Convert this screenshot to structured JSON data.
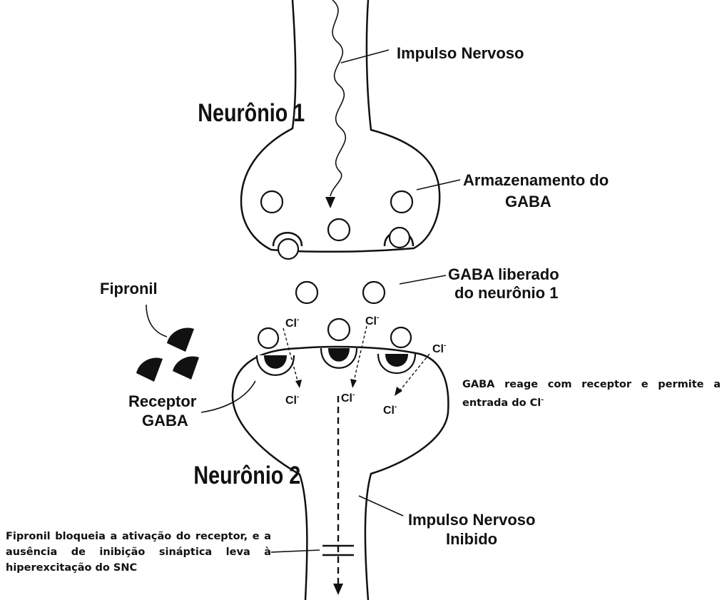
{
  "labels": {
    "neuron1": "Neurônio 1",
    "neuron2": "Neurônio 2",
    "impulse": "Impulso Nervoso",
    "storage_line1": "Armazenamento do",
    "storage_line2": "GABA",
    "fipronil": "Fipronil",
    "released_line1": "GABA liberado",
    "released_line2": "do neurônio 1",
    "receptor_line1": "Receptor",
    "receptor_line2": "GABA",
    "inhibited_line1": "Impulso Nervoso",
    "inhibited_line2": "Inibido",
    "ion": "Cl",
    "ion_charge": "-"
  },
  "notes": {
    "right": "GABA reage com receptor e permite a entrada do Cl",
    "right_sup": "-",
    "left": "Fipronil bloqueia a ativação do receptor, e a ausência de inibição sináptica leva à hiperexcitação do SNC"
  }
}
